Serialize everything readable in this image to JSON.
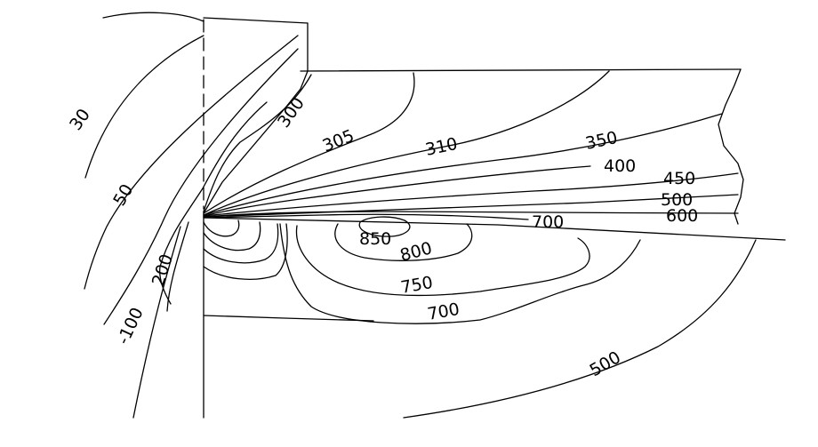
{
  "contour_labels": [
    {
      "id": "30",
      "text": "30"
    },
    {
      "id": "50",
      "text": "50"
    },
    {
      "id": "100",
      "text": "-100"
    },
    {
      "id": "200",
      "text": "200"
    },
    {
      "id": "300",
      "text": "300"
    },
    {
      "id": "305",
      "text": "305"
    },
    {
      "id": "310",
      "text": "310"
    },
    {
      "id": "350",
      "text": "350"
    },
    {
      "id": "400",
      "text": "400"
    },
    {
      "id": "450",
      "text": "450"
    },
    {
      "id": "500r",
      "text": "500"
    },
    {
      "id": "600",
      "text": "600"
    },
    {
      "id": "700top",
      "text": "700"
    },
    {
      "id": "850",
      "text": "850"
    },
    {
      "id": "800",
      "text": "800"
    },
    {
      "id": "750",
      "text": "750"
    },
    {
      "id": "700low",
      "text": "700"
    },
    {
      "id": "500low",
      "text": "500"
    }
  ]
}
